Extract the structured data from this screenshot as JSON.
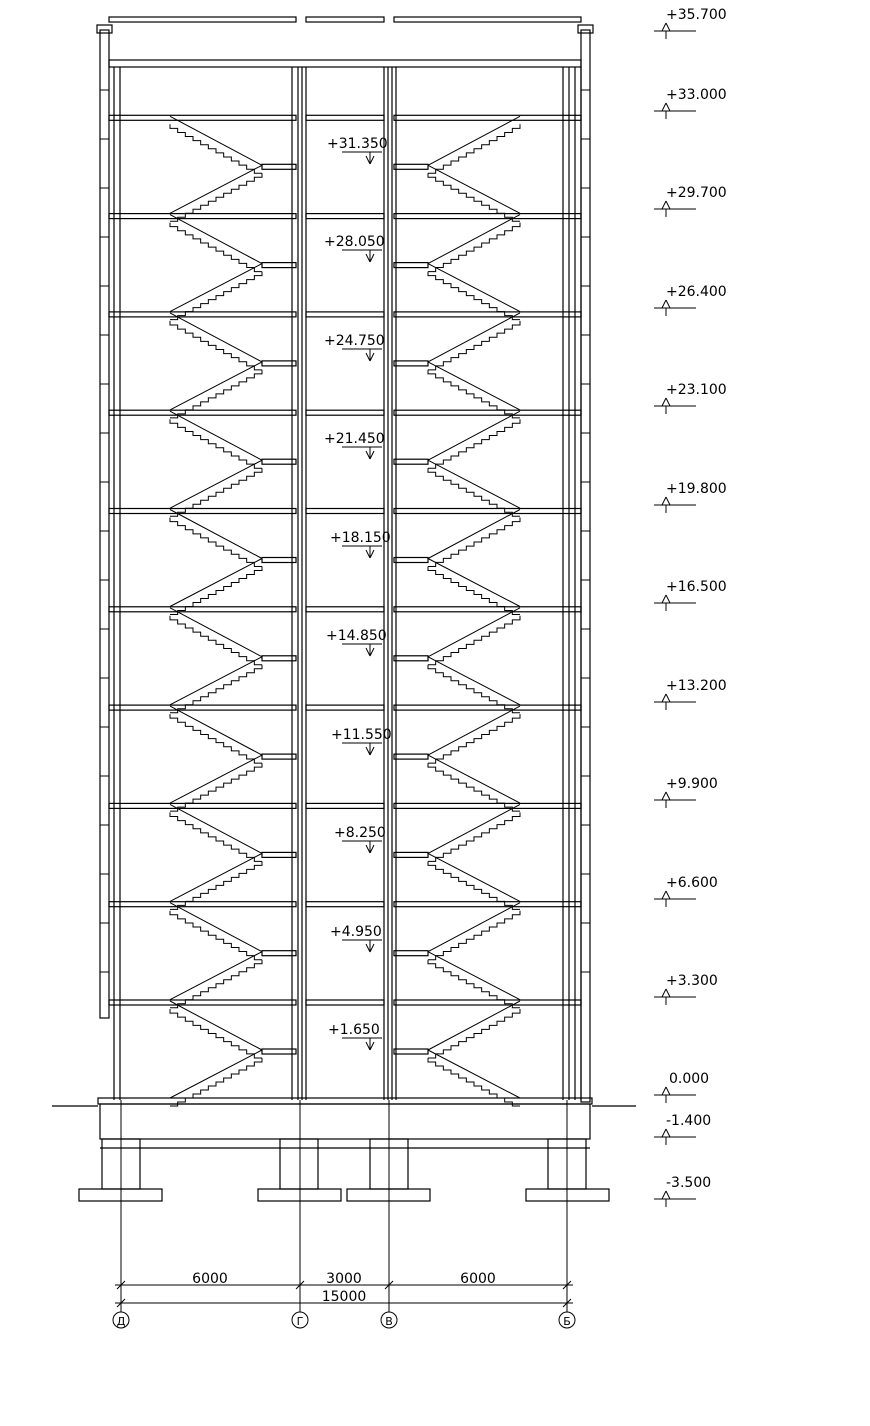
{
  "drawing": {
    "right_levels": [
      "+35.700",
      "+33.000",
      "+29.700",
      "+26.400",
      "+23.100",
      "+19.800",
      "+16.500",
      "+13.200",
      "+9.900",
      "+6.600",
      "+3.300",
      "0.000",
      "-1.400",
      "-3.500"
    ],
    "shaft_levels": [
      "+31.350",
      "+28.050",
      "+24.750",
      "+21.450",
      "+18.150",
      "+14.850",
      "+11.550",
      "+8.250",
      "+4.950",
      "+1.650"
    ],
    "dimensions": {
      "spans": [
        "6000",
        "3000",
        "6000"
      ],
      "total": "15000"
    },
    "axes": [
      "Д",
      "Г",
      "В",
      "Б"
    ]
  }
}
